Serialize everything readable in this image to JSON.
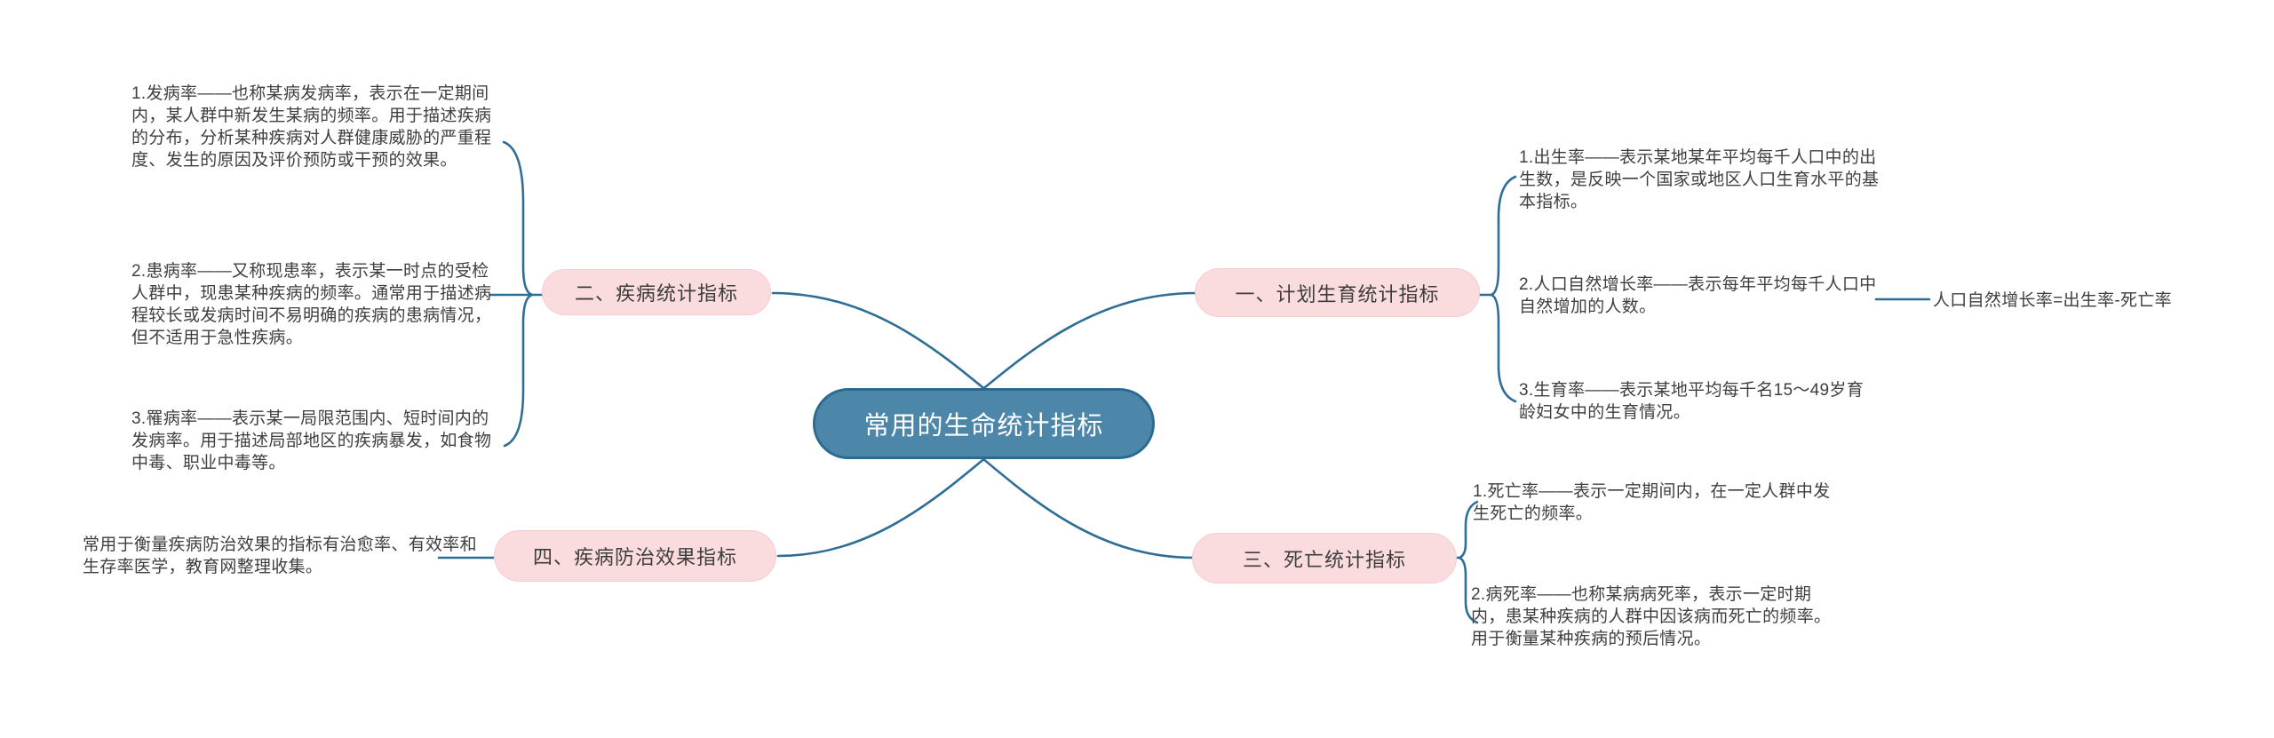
{
  "diagram": {
    "type": "mindmap",
    "colors": {
      "branch_line": "#2E6E96",
      "center_fill": "#4C86A8",
      "center_border": "#2B6B93",
      "center_text": "#FFFFFF",
      "topic_fill": "#FADCDF",
      "topic_border": "#F6CBD1",
      "topic_text": "#3D3D3D",
      "note_text": "#3F3F3F"
    }
  },
  "topics": {
    "center": "常用的生命统计指标",
    "family_planning": {
      "label": "一、计划生育统计指标",
      "notes": {
        "birth": "1.出生率——表示某地某年平均每千人口中的出生数，是反映一个国家或地区人口生育水平的基本指标。",
        "growth": "2.人口自然增长率——表示每年平均每千人口中自然增加的人数。",
        "growth_formula": "人口自然增长率=出生率-死亡率",
        "fertility": "3.生育率——表示某地平均每千名15～49岁育龄妇女中的生育情况。"
      }
    },
    "disease": {
      "label": "二、疾病统计指标",
      "notes": {
        "incidence": "1.发病率——也称某病发病率，表示在一定期间内，某人群中新发生某病的频率。用于描述疾病的分布，分析某种疾病对人群健康威胁的严重程度、发生的原因及评价预防或干预的效果。",
        "prevalence": "2.患病率——又称现患率，表示某一时点的受检人群中，现患某种疾病的频率。通常用于描述病程较长或发病时间不易明确的疾病的患病情况，但不适用于急性疾病。",
        "attack": "3.罹病率——表示某一局限范围内、短时间内的发病率。用于描述局部地区的疾病暴发，如食物中毒、职业中毒等。"
      }
    },
    "death": {
      "label": "三、死亡统计指标",
      "notes": {
        "mortality": "1.死亡率——表示一定期间内，在一定人群中发生死亡的频率。",
        "fatality": "2.病死率——也称某病病死率，表示一定时期内，患某种疾病的人群中因该病而死亡的频率。用于衡量某种疾病的预后情况。"
      }
    },
    "prevention": {
      "label": "四、疾病防治效果指标",
      "notes": {
        "summary": "常用于衡量疾病防治效果的指标有治愈率、有效率和生存率医学，教育网整理收集。"
      }
    }
  }
}
